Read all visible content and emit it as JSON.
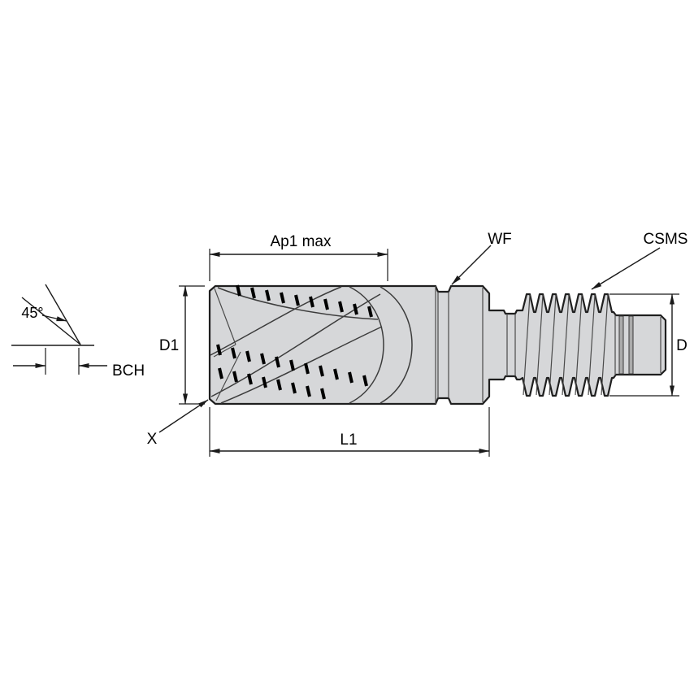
{
  "diagram": {
    "type": "technical-drawing",
    "subject": "modular-end-mill-side-view",
    "labels": {
      "angle": "45°",
      "bch": "BCH",
      "ap1_max": "Ap1 max",
      "wf": "WF",
      "csms": "CSMS",
      "d1": "D1",
      "d": "D",
      "l1": "L1",
      "x": "X"
    },
    "colors": {
      "background": "#ffffff",
      "line": "#1a1a1a",
      "body_fill": "#d6d7d9",
      "serration": "#000000"
    }
  }
}
